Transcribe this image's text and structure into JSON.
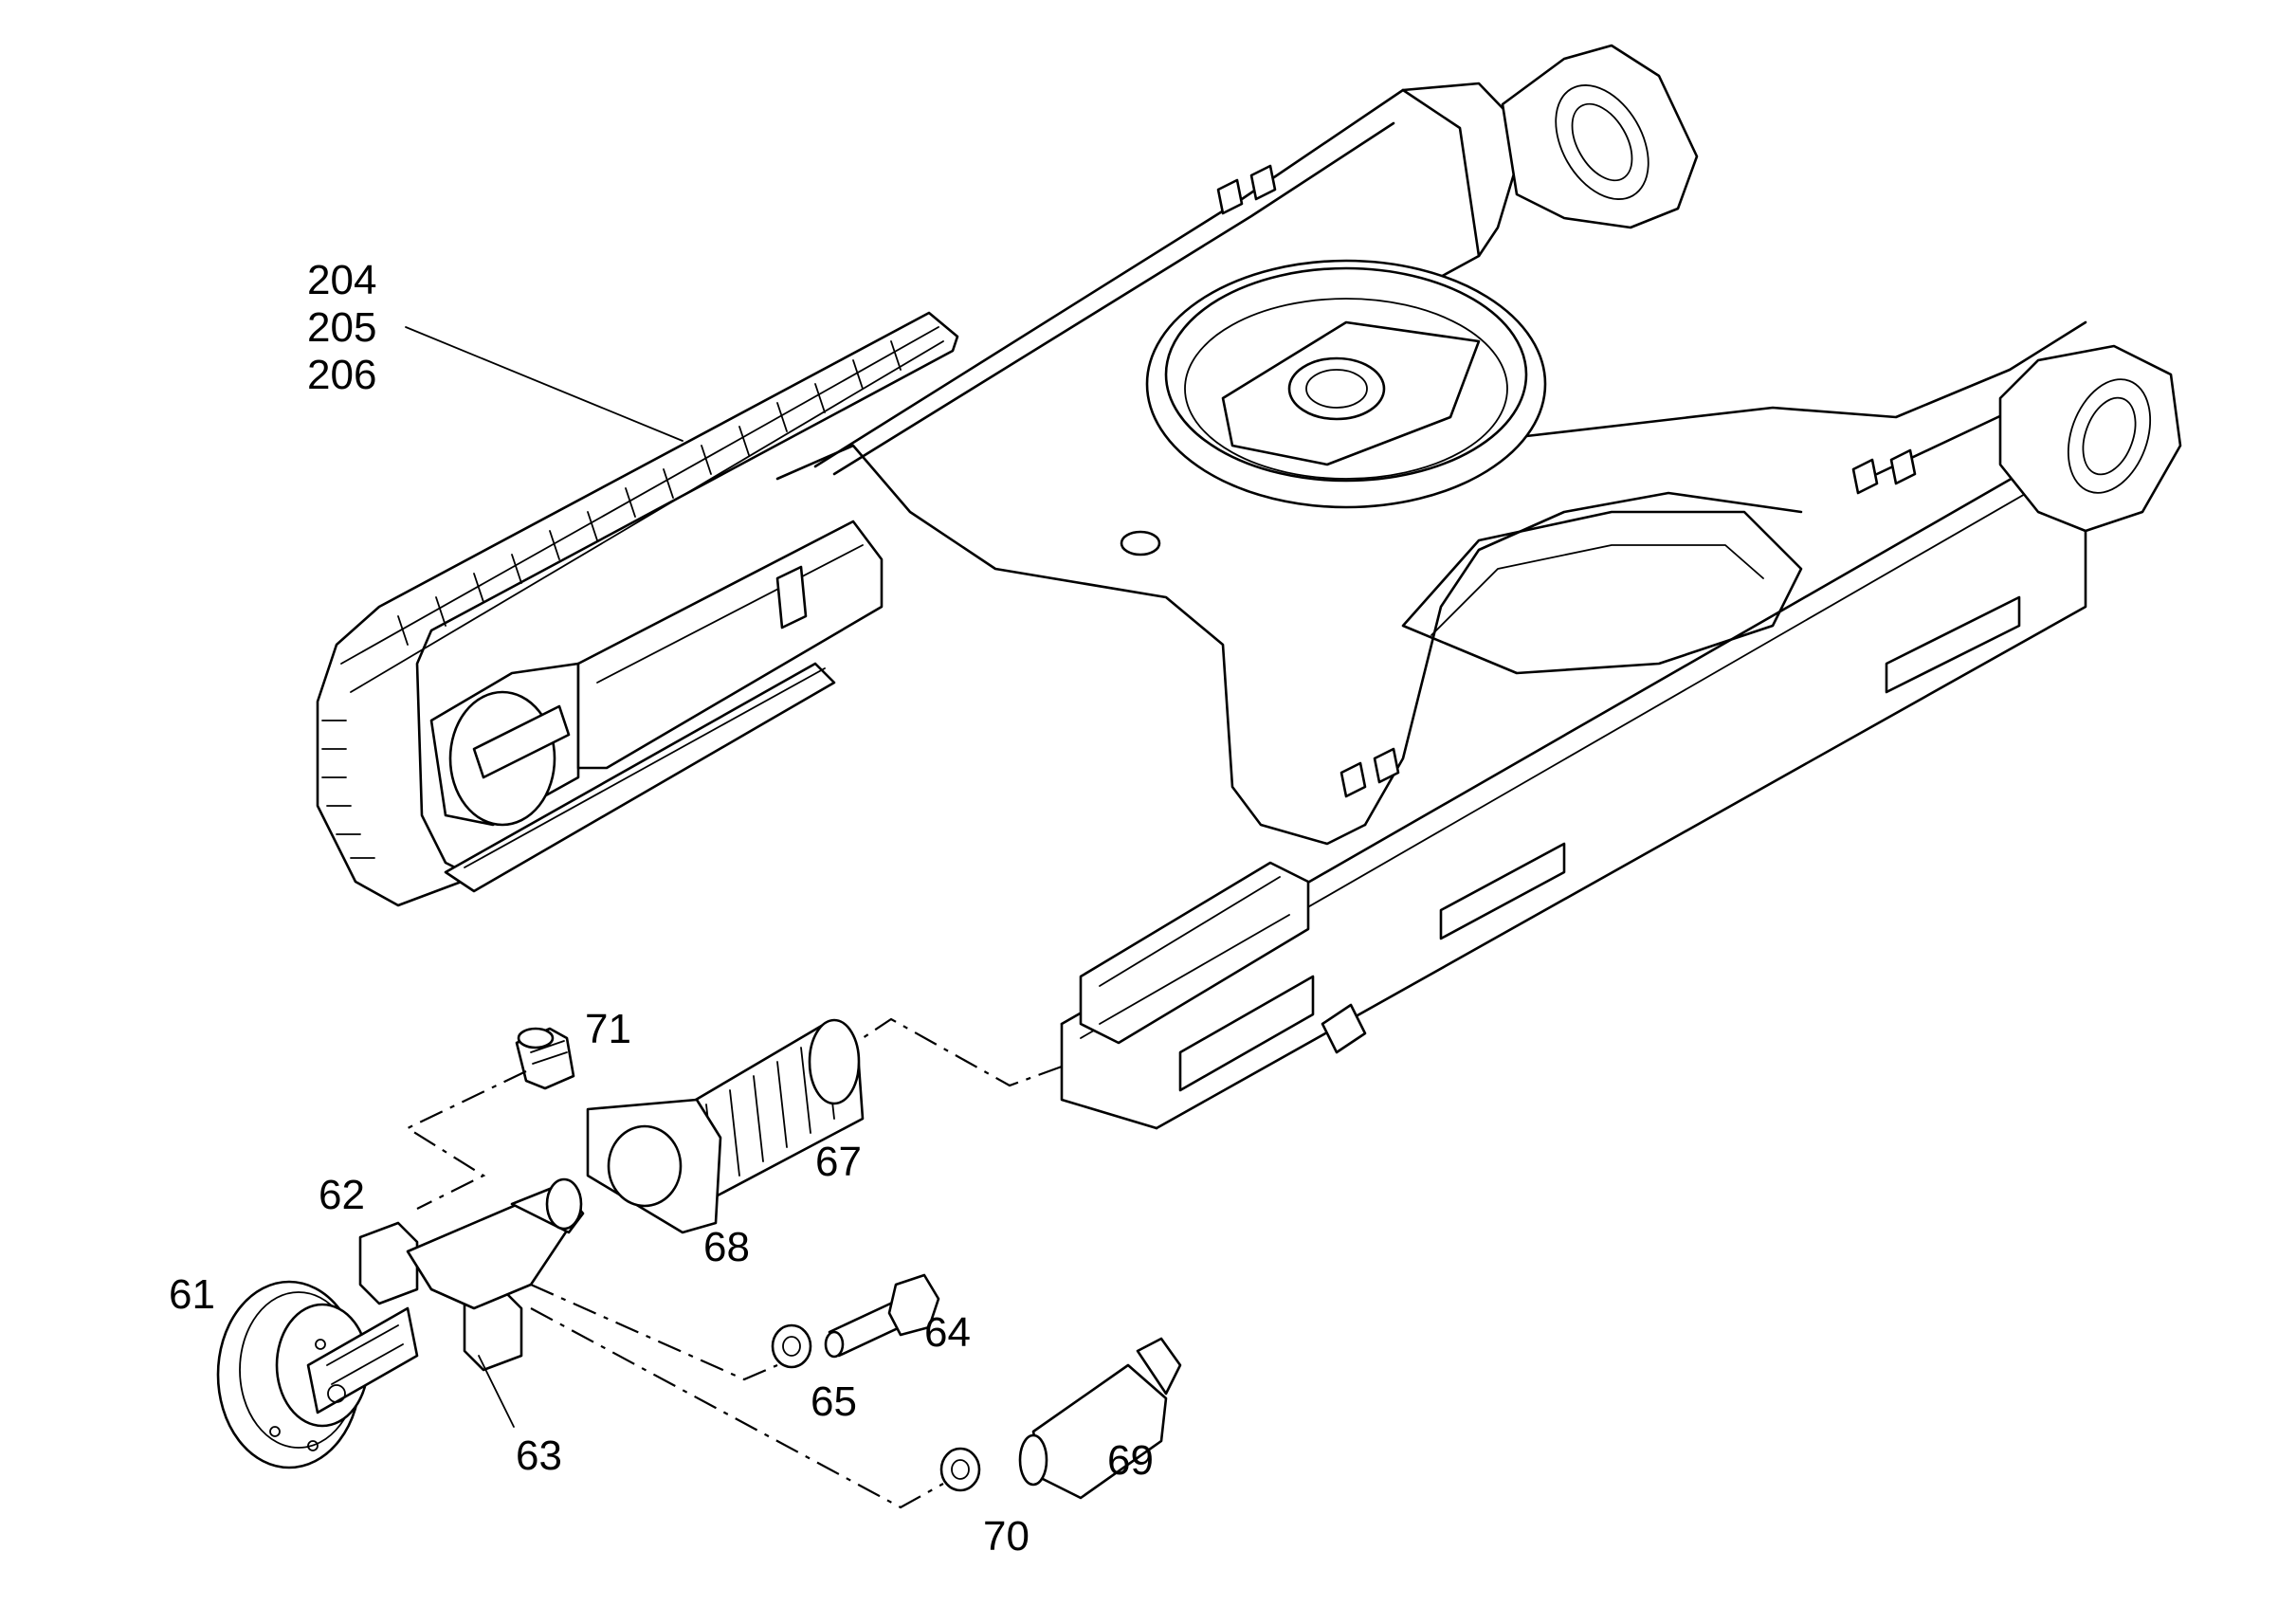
{
  "callouts": {
    "track_numbers": [
      "204",
      "205",
      "206"
    ],
    "idler": "61",
    "yoke": "62",
    "yoke_block": "63",
    "bolt": "64",
    "washer_bolt": "65",
    "spring": "67",
    "spring_retainer": "68",
    "cylinder": "69",
    "washer_cylinder": "70",
    "grease_fitting": "71"
  }
}
